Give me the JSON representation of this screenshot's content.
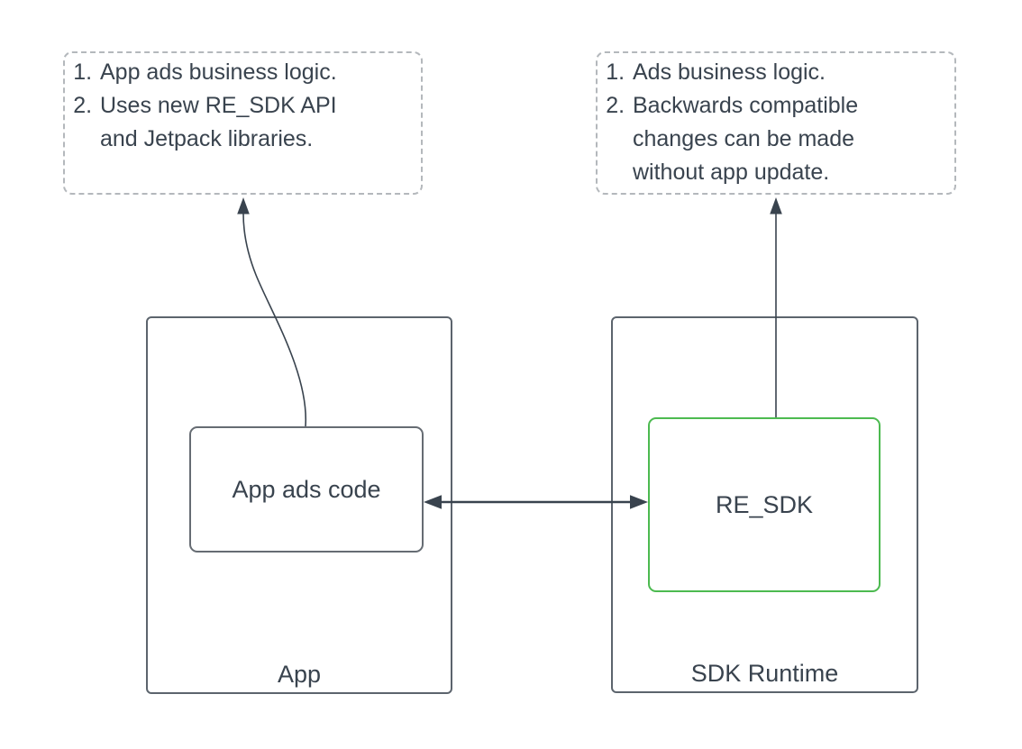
{
  "diagram": {
    "notes": {
      "app": {
        "items": [
          "App ads business logic.",
          "Uses new RE_SDK API\nand Jetpack libraries."
        ]
      },
      "sdk": {
        "items": [
          "Ads business logic.",
          "Backwards compatible\nchanges can be made\nwithout app update."
        ]
      }
    },
    "nodes": {
      "app_container": {
        "label": "App"
      },
      "app_ads_code": {
        "label": "App ads code"
      },
      "sdk_runtime": {
        "label": "SDK Runtime"
      },
      "re_sdk": {
        "label": "RE_SDK"
      }
    },
    "colors": {
      "text": "#39434E",
      "container_border": "#5C646D",
      "inner_box_border": "#666C73",
      "re_sdk_border": "#4CBA50",
      "note_border": "#B4B8BC",
      "arrow": "#39434E",
      "background": "#FFFFFF"
    }
  }
}
